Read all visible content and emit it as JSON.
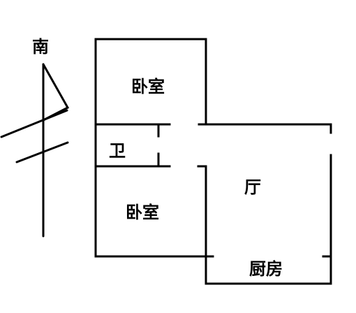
{
  "diagram": {
    "compass": {
      "direction_label": "南"
    },
    "rooms": {
      "bedroom_top": "卧室",
      "bathroom": "卫",
      "bedroom_bottom": "卧室",
      "living_room": "厅",
      "kitchen": "厨房"
    },
    "colors": {
      "line": "#000000",
      "background": "#ffffff"
    }
  }
}
